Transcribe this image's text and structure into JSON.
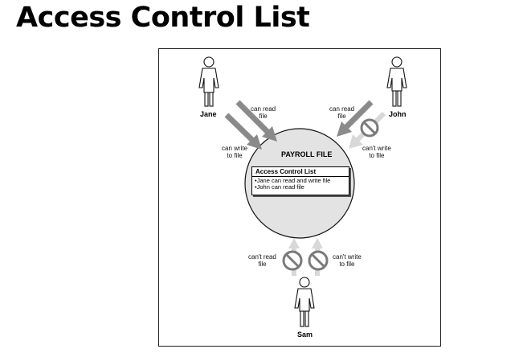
{
  "page": {
    "title": "Access Control List"
  },
  "diagram": {
    "file_title": "PAYROLL FILE",
    "acl": {
      "title": "Access Control List",
      "entries": [
        "•Jane can read and write file",
        "•John can read file"
      ]
    },
    "users": {
      "jane": {
        "name": "Jane",
        "read_label": [
          "can read",
          "file"
        ],
        "write_label": [
          "can write",
          "to file"
        ]
      },
      "john": {
        "name": "John",
        "read_label": [
          "can read",
          "file"
        ],
        "write_label": [
          "can't write",
          "to file"
        ]
      },
      "sam": {
        "name": "Sam",
        "read_label": [
          "can't read",
          "file"
        ],
        "write_label": [
          "can't write",
          "to file"
        ]
      }
    }
  }
}
